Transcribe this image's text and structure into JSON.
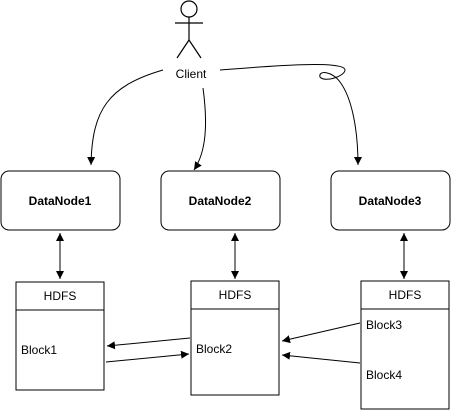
{
  "client": {
    "label": "Client"
  },
  "datanodes": [
    {
      "label": "DataNode1"
    },
    {
      "label": "DataNode2"
    },
    {
      "label": "DataNode3"
    }
  ],
  "hdfs": [
    {
      "header": "HDFS",
      "blocks": [
        "Block1"
      ]
    },
    {
      "header": "HDFS",
      "blocks": [
        "Block2"
      ]
    },
    {
      "header": "HDFS",
      "blocks": [
        "Block3",
        "Block4"
      ]
    }
  ]
}
